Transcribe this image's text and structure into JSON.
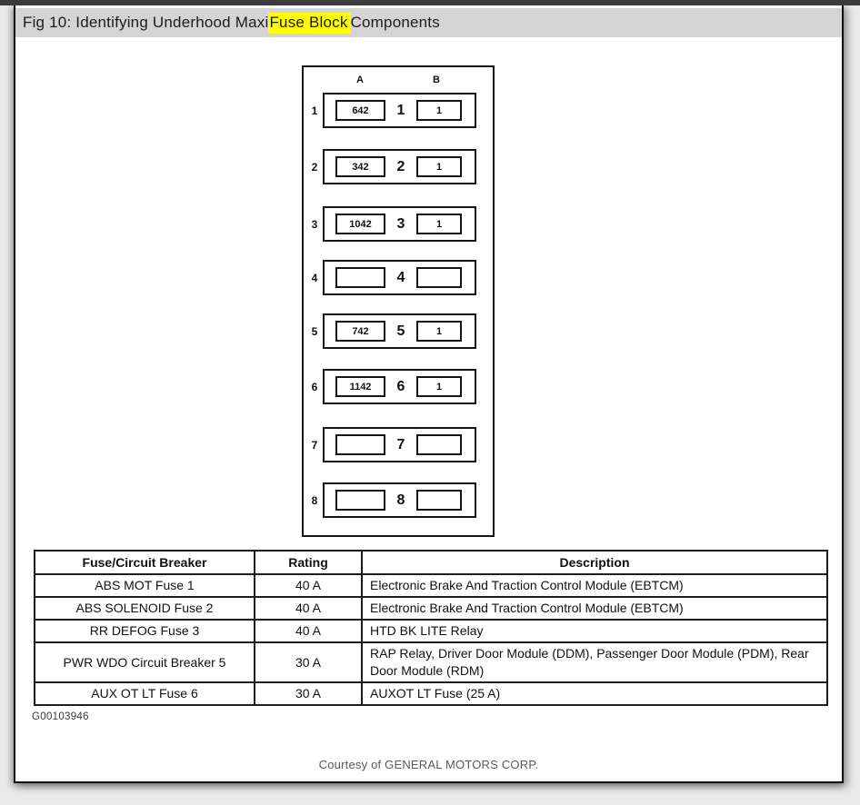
{
  "colors": {
    "top_bar": "#3b3b3b",
    "title_bar": "#d4d4d4",
    "highlight": "#ffff00"
  },
  "header": {
    "title_prefix": "Fig 10: Identifying Underhood Maxi ",
    "title_highlight": "Fuse Block",
    "title_suffix": " Components"
  },
  "diagram": {
    "column_a_label": "A",
    "column_b_label": "B",
    "rows": [
      {
        "num": "1",
        "a": "642",
        "b": "1"
      },
      {
        "num": "2",
        "a": "342",
        "b": "1"
      },
      {
        "num": "3",
        "a": "1042",
        "b": "1"
      },
      {
        "num": "4",
        "a": "",
        "b": ""
      },
      {
        "num": "5",
        "a": "742",
        "b": "1"
      },
      {
        "num": "6",
        "a": "1142",
        "b": "1"
      },
      {
        "num": "7",
        "a": "",
        "b": ""
      },
      {
        "num": "8",
        "a": "",
        "b": ""
      }
    ]
  },
  "table": {
    "headers": [
      "Fuse/Circuit Breaker",
      "Rating",
      "Description"
    ],
    "rows": [
      {
        "fuse": "ABS MOT Fuse 1",
        "rating": "40 A",
        "description": "Electronic Brake And Traction Control Module (EBTCM)"
      },
      {
        "fuse": "ABS SOLENOID Fuse 2",
        "rating": "40 A",
        "description": "Electronic Brake And Traction Control Module (EBTCM)"
      },
      {
        "fuse": "RR DEFOG Fuse 3",
        "rating": "40 A",
        "description": "HTD BK LITE Relay"
      },
      {
        "fuse": "PWR WDO Circuit Breaker 5",
        "rating": "30 A",
        "description": "RAP Relay, Driver Door Module (DDM), Passenger Door Module (PDM), Rear Door Module (RDM)"
      },
      {
        "fuse": "AUX OT LT Fuse 6",
        "rating": "30 A",
        "description": "AUXOT LT Fuse (25 A)"
      }
    ]
  },
  "figure_id": "G00103946",
  "footer": {
    "credit": "Courtesy of GENERAL MOTORS CORP."
  }
}
